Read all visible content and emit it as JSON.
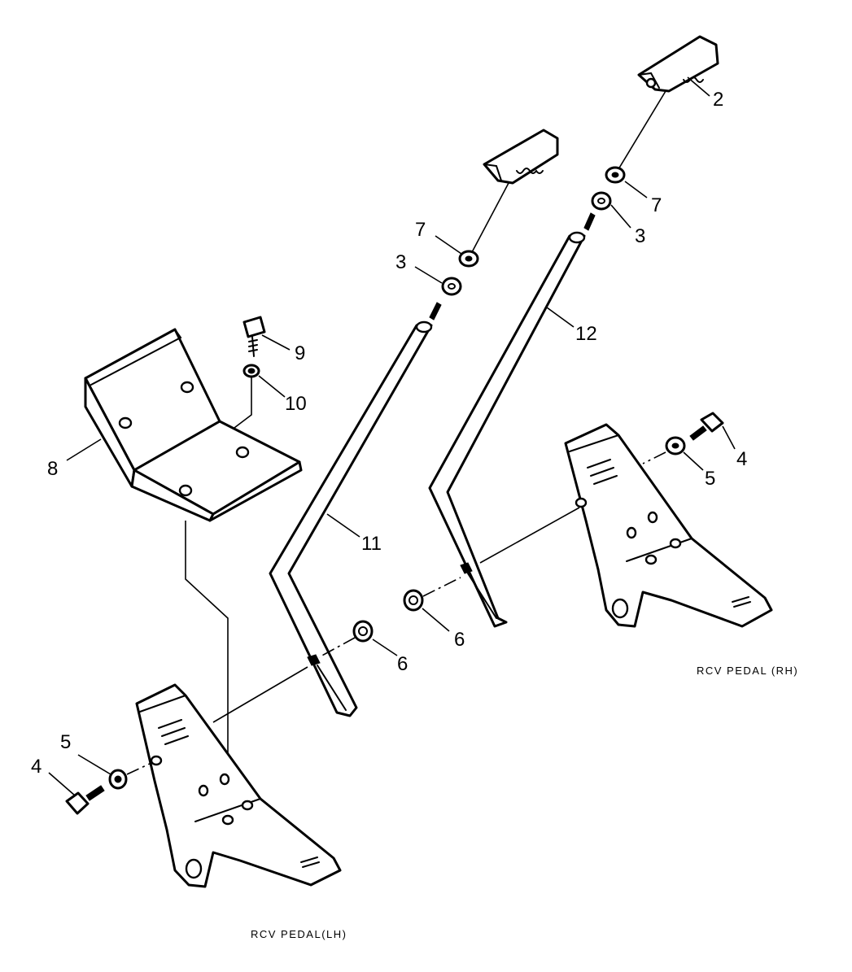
{
  "callouts": {
    "c2": "2",
    "c7_right": "7",
    "c3_right": "3",
    "c12": "12",
    "c7_left": "7",
    "c3_left": "3",
    "c9": "9",
    "c10": "10",
    "c8": "8",
    "c11": "11",
    "c4_right": "4",
    "c5_right": "5",
    "c6_right": "6",
    "c6_left": "6",
    "c5_left": "5",
    "c4_left": "4"
  },
  "captions": {
    "right_pedal": "RCV PEDAL (RH)",
    "left_pedal": "RCV PEDAL(LH)"
  }
}
